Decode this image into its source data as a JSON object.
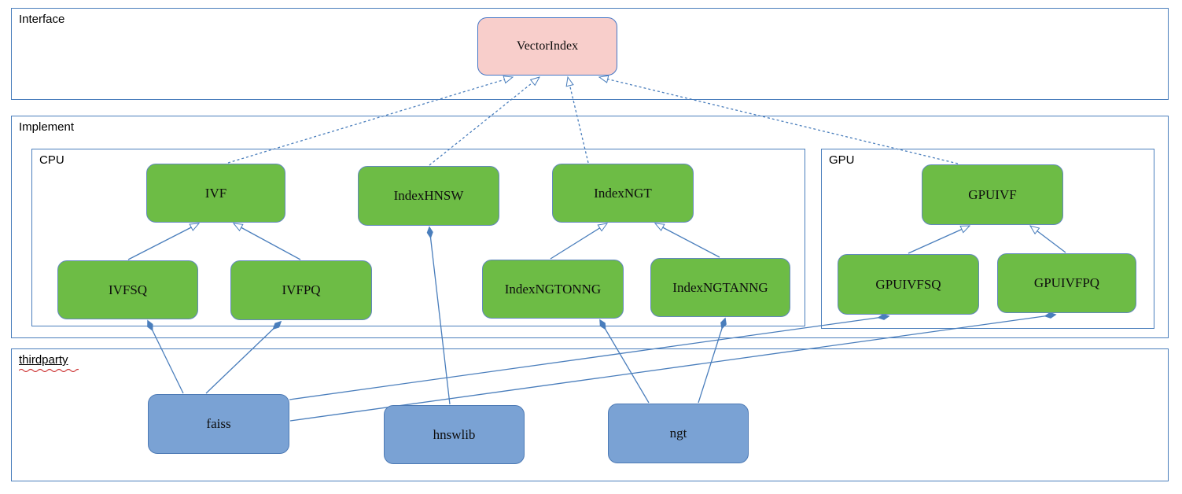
{
  "diagram": {
    "containers": {
      "interface": {
        "label": "Interface"
      },
      "implement": {
        "label": "Implement"
      },
      "cpu": {
        "label": "CPU"
      },
      "gpu": {
        "label": "GPU"
      },
      "thirdparty": {
        "label": "thirdparty"
      }
    },
    "nodes": {
      "vectorindex": {
        "label": "VectorIndex",
        "type": "interface"
      },
      "ivf": {
        "label": "IVF",
        "type": "cpu-class"
      },
      "indexhnsw": {
        "label": "IndexHNSW",
        "type": "cpu-class"
      },
      "indexngt": {
        "label": "IndexNGT",
        "type": "cpu-class"
      },
      "ivfsq": {
        "label": "IVFSQ",
        "type": "cpu-class"
      },
      "ivfpq": {
        "label": "IVFPQ",
        "type": "cpu-class"
      },
      "indexngtonng": {
        "label": "IndexNGTONNG",
        "type": "cpu-class"
      },
      "indexngtanng": {
        "label": "IndexNGTANNG",
        "type": "cpu-class"
      },
      "gpuivf": {
        "label": "GPUIVF",
        "type": "gpu-class"
      },
      "gpuivfsq": {
        "label": "GPUIVFSQ",
        "type": "gpu-class"
      },
      "gpuivfpq": {
        "label": "GPUIVFPQ",
        "type": "gpu-class"
      },
      "faiss": {
        "label": "faiss",
        "type": "thirdparty-lib"
      },
      "hnswlib": {
        "label": "hnswlib",
        "type": "thirdparty-lib"
      },
      "ngt": {
        "label": "ngt",
        "type": "thirdparty-lib"
      }
    },
    "edges": [
      {
        "from": "ivf",
        "to": "vectorindex",
        "kind": "realization"
      },
      {
        "from": "indexhnsw",
        "to": "vectorindex",
        "kind": "realization"
      },
      {
        "from": "indexngt",
        "to": "vectorindex",
        "kind": "realization"
      },
      {
        "from": "gpuivf",
        "to": "vectorindex",
        "kind": "realization"
      },
      {
        "from": "ivfsq",
        "to": "ivf",
        "kind": "generalization"
      },
      {
        "from": "ivfpq",
        "to": "ivf",
        "kind": "generalization"
      },
      {
        "from": "indexngtonng",
        "to": "indexngt",
        "kind": "generalization"
      },
      {
        "from": "indexngtanng",
        "to": "indexngt",
        "kind": "generalization"
      },
      {
        "from": "gpuivfsq",
        "to": "gpuivf",
        "kind": "generalization"
      },
      {
        "from": "gpuivfpq",
        "to": "gpuivf",
        "kind": "generalization"
      },
      {
        "from": "faiss",
        "to": "ivfsq",
        "kind": "composition"
      },
      {
        "from": "faiss",
        "to": "ivfpq",
        "kind": "composition"
      },
      {
        "from": "faiss",
        "to": "gpuivfsq",
        "kind": "composition"
      },
      {
        "from": "faiss",
        "to": "gpuivfpq",
        "kind": "composition"
      },
      {
        "from": "hnswlib",
        "to": "indexhnsw",
        "kind": "composition"
      },
      {
        "from": "ngt",
        "to": "indexngtonng",
        "kind": "composition"
      },
      {
        "from": "ngt",
        "to": "indexngtanng",
        "kind": "composition"
      }
    ],
    "colors": {
      "interface_fill": "#f8cecb",
      "interface_border": "#4577c6",
      "class_fill": "#6dbc45",
      "class_border": "#6288bd",
      "lib_fill": "#7aa2d4",
      "lib_border": "#4d7ab5",
      "connector": "#4a7ebc",
      "container_border": "#4a7ebc",
      "spellcheck": "#cc3333"
    }
  }
}
